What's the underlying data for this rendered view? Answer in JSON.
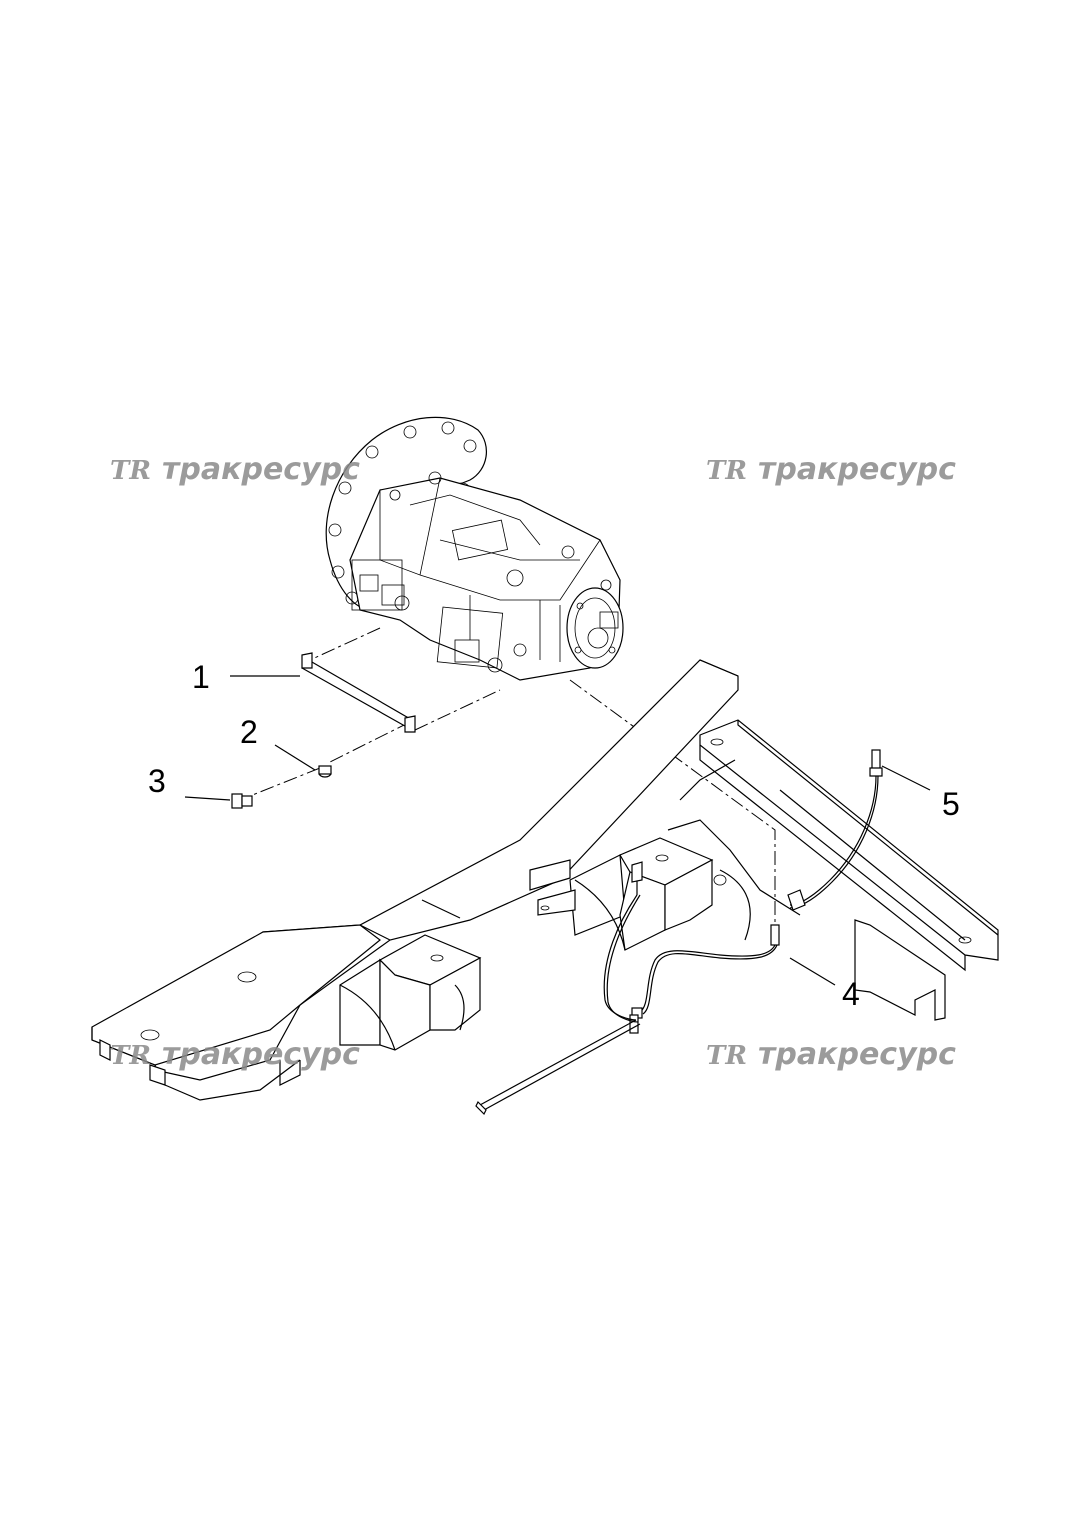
{
  "watermark": {
    "logo": "TR",
    "text": "тракресурс"
  },
  "callouts": {
    "c1": "1",
    "c2": "2",
    "c3": "3",
    "c4": "4",
    "c5": "5"
  }
}
